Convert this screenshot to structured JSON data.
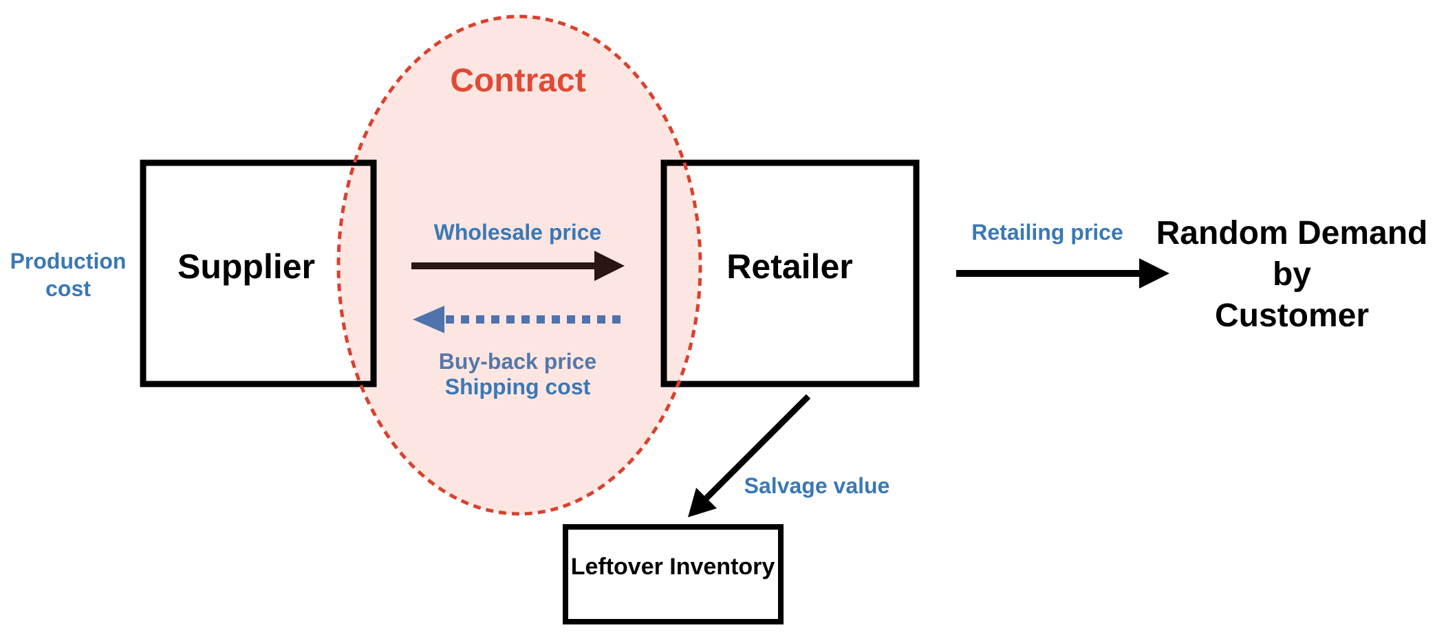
{
  "diagram": {
    "contract": {
      "title": "Contract"
    },
    "supplier": {
      "label": "Supplier"
    },
    "retailer": {
      "label": "Retailer"
    },
    "production_cost": "Production cost",
    "wholesale_price": "Wholesale price",
    "buyback_price": "Buy-back price",
    "shipping_cost": "Shipping cost",
    "retailing_price": "Retailing price",
    "demand": {
      "line1": "Random Demand",
      "line2": "by",
      "line3": "Customer"
    },
    "salvage_value": "Salvage value",
    "leftover": {
      "label": "Leftover Inventory"
    }
  },
  "colors": {
    "contract_fill": "#fde6e2",
    "contract_border": "#d9412f",
    "contract_title": "#e04a35",
    "label_blue": "#3a78b5",
    "label_blue_muted": "#5577aa",
    "dotted_arrow": "#4e73ad",
    "solid_arrow_dark": "#2a1510",
    "box_border": "#000000"
  }
}
